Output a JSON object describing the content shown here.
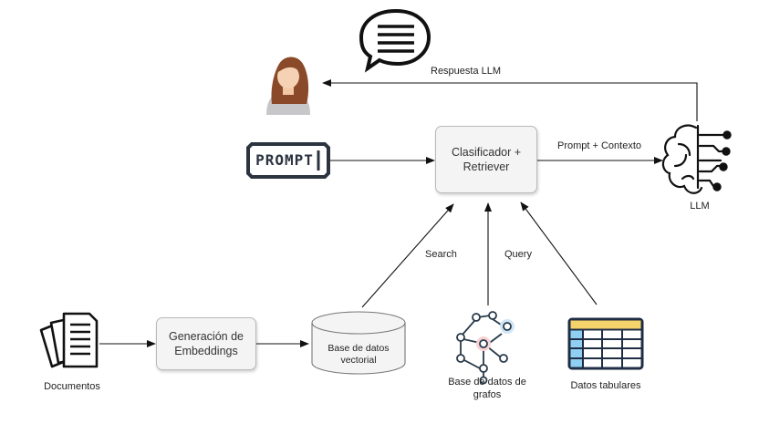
{
  "nodes": {
    "classifier": {
      "line1": "Clasificador +",
      "line2": "Retriever"
    },
    "embeddings": {
      "line1": "Generación de",
      "line2": "Embeddings"
    },
    "vector_db": {
      "line1": "Base de datos",
      "line2": "vectorial"
    },
    "prompt_badge": "PROMPT",
    "llm": "LLM",
    "documents": "Documentos",
    "graph_db": {
      "line1": "Base de datos de",
      "line2": "grafos"
    },
    "tabular": "Datos tabulares"
  },
  "edges": {
    "response": "Respuesta LLM",
    "prompt_context": "Prompt + Contexto",
    "search": "Search",
    "query": "Query"
  },
  "icons": [
    "speech-bubble-icon",
    "user-avatar-icon",
    "prompt-badge-icon",
    "brain-circuit-icon",
    "documents-icon",
    "graph-icon",
    "table-icon"
  ]
}
